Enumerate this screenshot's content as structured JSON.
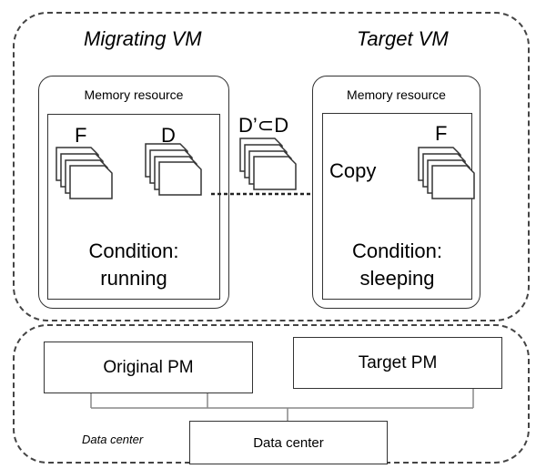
{
  "vm_region": {
    "migrating_title": "Migrating VM",
    "target_title": "Target VM",
    "migrating_vm": {
      "memory_label": "Memory resource",
      "page_group_1": "F",
      "page_group_2": "D",
      "condition_line1": "Condition:",
      "condition_line2": "running"
    },
    "transfer": {
      "subset_label": "D’⊂D",
      "copy_label": "Copy"
    },
    "target_vm": {
      "memory_label": "Memory resource",
      "page_group": "F",
      "condition_line1": "Condition:",
      "condition_line2": "sleeping"
    }
  },
  "dc_region": {
    "original_pm": "Original PM",
    "target_pm": "Target PM",
    "data_center_caption": "Data center",
    "data_center_box": "Data center"
  }
}
